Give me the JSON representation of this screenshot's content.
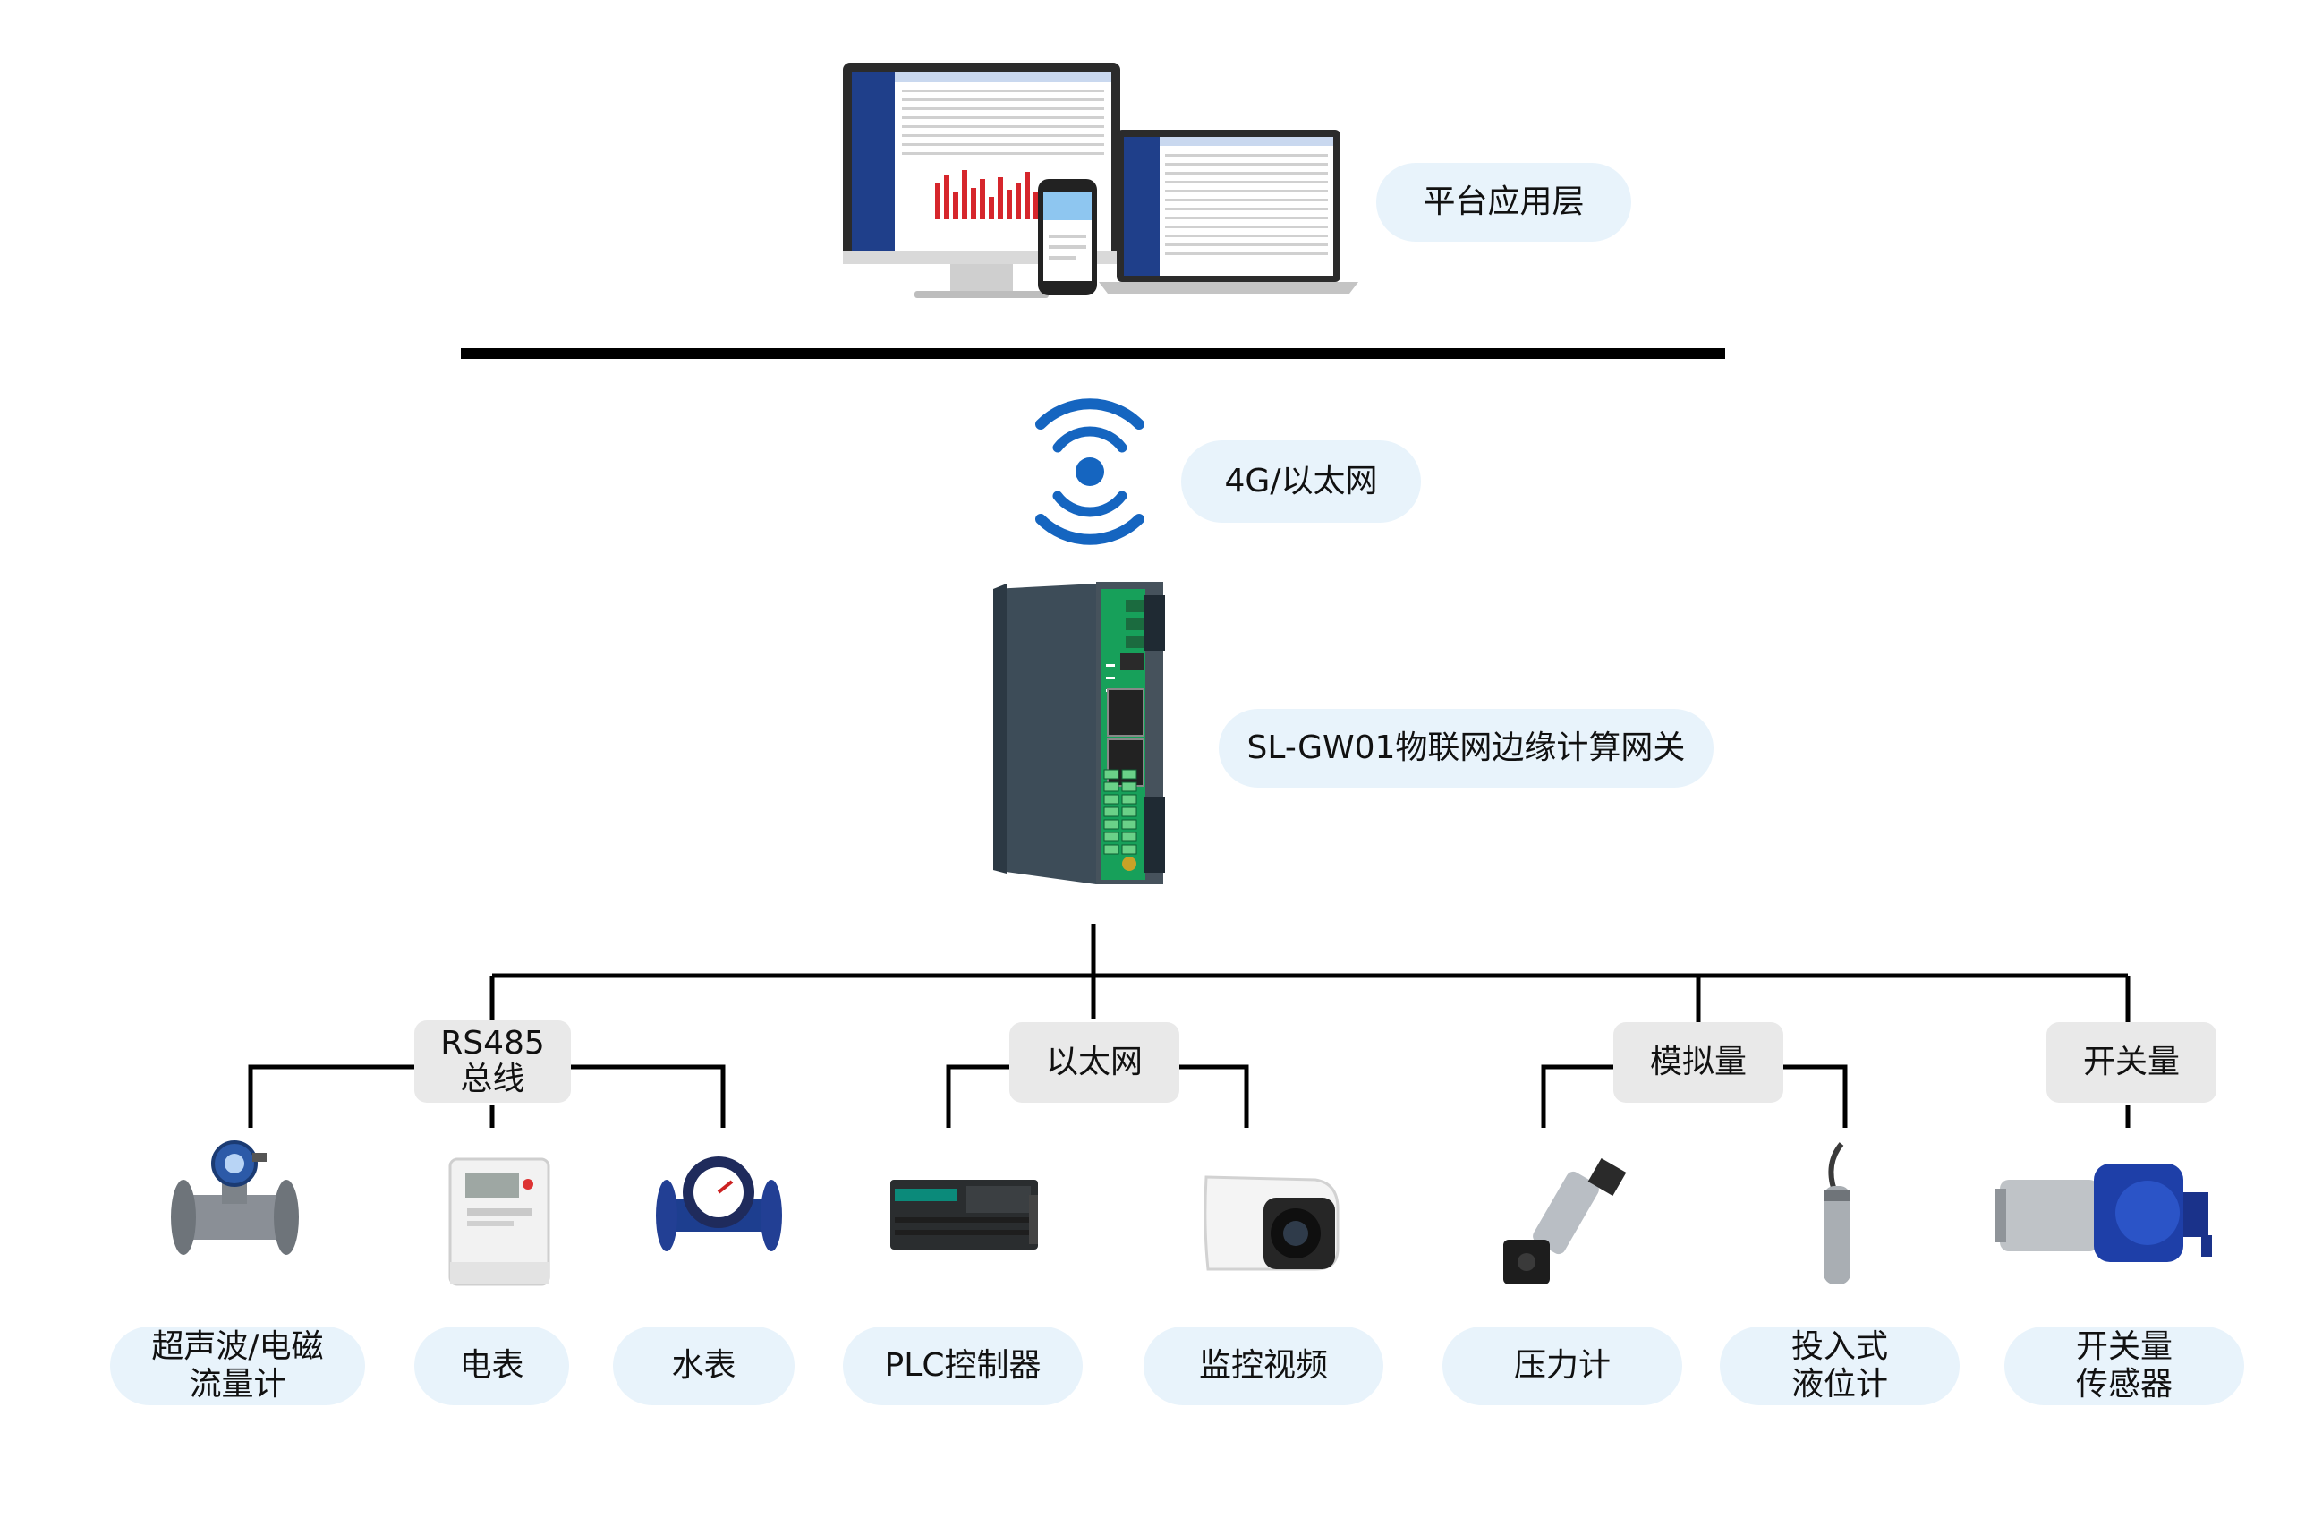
{
  "platform": {
    "label": "平台应用层"
  },
  "network": {
    "label": "4G/以太网"
  },
  "gateway": {
    "label": "SL-GW01物联网边缘计算网关"
  },
  "categories": [
    {
      "label": "RS485\n总线"
    },
    {
      "label": "以太网"
    },
    {
      "label": "模拟量"
    },
    {
      "label": "开关量"
    }
  ],
  "devices": [
    {
      "label": "超声波/电磁\n流量计",
      "icon": "flowmeter-icon"
    },
    {
      "label": "电表",
      "icon": "electric-meter-icon"
    },
    {
      "label": "水表",
      "icon": "water-meter-icon"
    },
    {
      "label": "PLC控制器",
      "icon": "plc-controller-icon"
    },
    {
      "label": "监控视频",
      "icon": "surveillance-camera-icon"
    },
    {
      "label": "压力计",
      "icon": "pressure-gauge-icon"
    },
    {
      "label": "投入式\n液位计",
      "icon": "level-sensor-icon"
    },
    {
      "label": "开关量\n传感器",
      "icon": "pump-icon"
    }
  ],
  "colors": {
    "pill_bg": "#e8f3fb",
    "category_bg": "#e9e9e9",
    "wifi_blue": "#1565c0",
    "line": "#000000"
  }
}
